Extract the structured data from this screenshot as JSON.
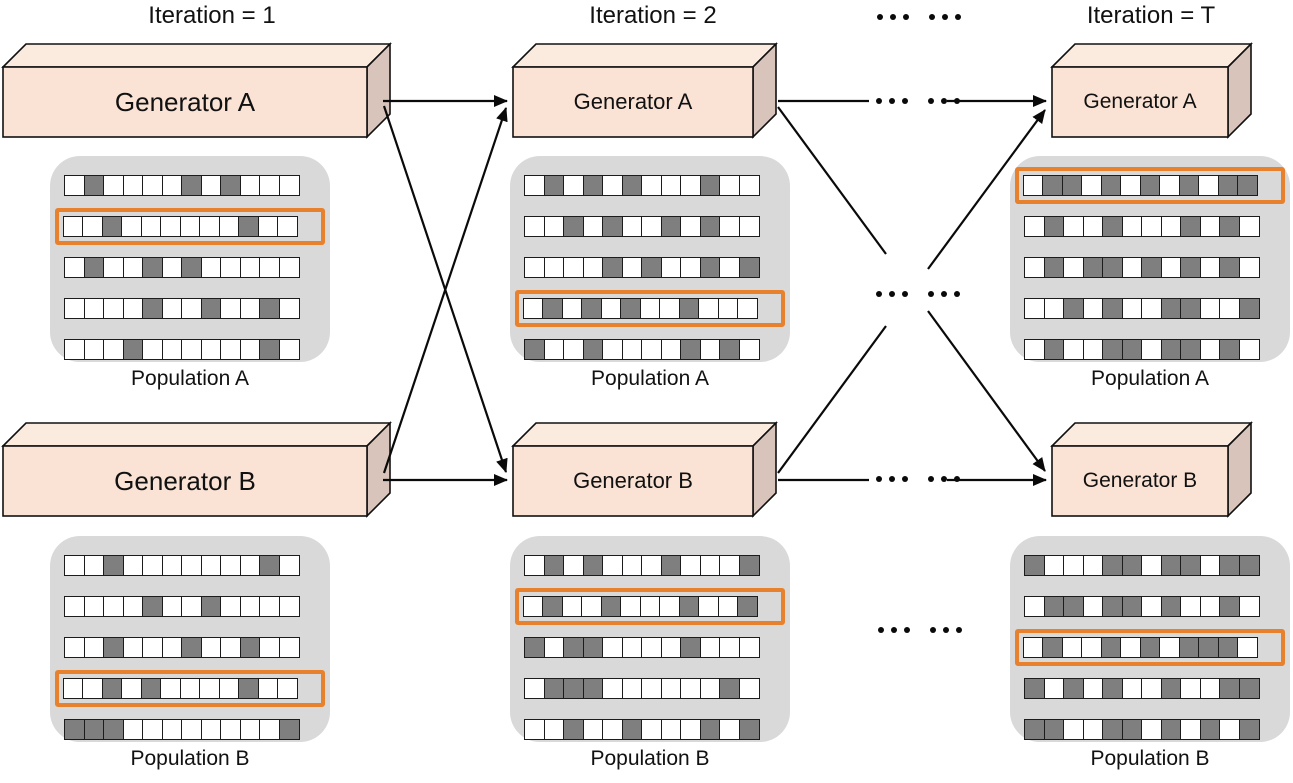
{
  "figure": {
    "ellipsis": "... ...",
    "colors": {
      "generator_front": "#FAE3D5",
      "generator_top": "#FBEBDF",
      "generator_side": "#D8C4BA",
      "panel_bg": "#D9D9D9",
      "cell_on": "#7F7F7F",
      "cell_off": "#FFFFFF",
      "highlight": "#E8812D",
      "arrow": "#0A0A0A"
    },
    "columns": [
      {
        "id": "iteration-1",
        "title": "Iteration = 1",
        "generator_a_label": "Generator A",
        "generator_b_label": "Generator B",
        "population_a": {
          "label": "Population A",
          "highlight_row": 1,
          "rows": [
            [
              0,
              1,
              0,
              0,
              0,
              0,
              1,
              0,
              1,
              0,
              0,
              0
            ],
            [
              0,
              0,
              1,
              0,
              0,
              0,
              0,
              0,
              0,
              1,
              0,
              0
            ],
            [
              0,
              1,
              0,
              0,
              1,
              0,
              1,
              0,
              0,
              0,
              0,
              0
            ],
            [
              0,
              0,
              0,
              0,
              1,
              0,
              0,
              1,
              0,
              0,
              1,
              0
            ],
            [
              0,
              0,
              0,
              1,
              0,
              0,
              0,
              0,
              0,
              0,
              1,
              0
            ]
          ]
        },
        "population_b": {
          "label": "Population B",
          "highlight_row": 3,
          "rows": [
            [
              0,
              0,
              1,
              0,
              0,
              0,
              0,
              0,
              0,
              0,
              1,
              0
            ],
            [
              0,
              0,
              0,
              0,
              1,
              0,
              0,
              1,
              0,
              0,
              0,
              0
            ],
            [
              0,
              0,
              1,
              0,
              0,
              0,
              1,
              0,
              0,
              1,
              0,
              0
            ],
            [
              0,
              0,
              1,
              0,
              1,
              0,
              0,
              0,
              0,
              1,
              0,
              0
            ],
            [
              1,
              1,
              1,
              0,
              0,
              0,
              0,
              0,
              0,
              0,
              0,
              1
            ]
          ]
        }
      },
      {
        "id": "iteration-2",
        "title": "Iteration = 2",
        "generator_a_label": "Generator A",
        "generator_b_label": "Generator B",
        "population_a": {
          "label": "Population A",
          "highlight_row": 3,
          "rows": [
            [
              0,
              1,
              0,
              1,
              0,
              1,
              0,
              0,
              0,
              1,
              0,
              0
            ],
            [
              0,
              0,
              1,
              0,
              1,
              0,
              0,
              1,
              0,
              1,
              0,
              0
            ],
            [
              0,
              0,
              0,
              0,
              1,
              0,
              1,
              0,
              0,
              1,
              0,
              1
            ],
            [
              0,
              1,
              0,
              1,
              0,
              1,
              0,
              0,
              1,
              0,
              0,
              0
            ],
            [
              1,
              0,
              0,
              1,
              0,
              0,
              0,
              0,
              1,
              0,
              1,
              0
            ]
          ]
        },
        "population_b": {
          "label": "Population B",
          "highlight_row": 1,
          "rows": [
            [
              0,
              1,
              0,
              1,
              0,
              0,
              0,
              1,
              0,
              0,
              0,
              1
            ],
            [
              0,
              1,
              0,
              0,
              1,
              0,
              0,
              0,
              1,
              0,
              0,
              1
            ],
            [
              1,
              0,
              1,
              1,
              0,
              0,
              0,
              0,
              1,
              0,
              0,
              0
            ],
            [
              0,
              1,
              1,
              1,
              0,
              0,
              0,
              0,
              0,
              0,
              1,
              0
            ],
            [
              0,
              0,
              1,
              0,
              0,
              1,
              0,
              0,
              0,
              1,
              0,
              1
            ]
          ]
        }
      },
      {
        "id": "iteration-T",
        "title": "Iteration = T",
        "generator_a_label": "Generator A",
        "generator_b_label": "Generator B",
        "population_a": {
          "label": "Population A",
          "highlight_row": 0,
          "rows": [
            [
              0,
              1,
              1,
              0,
              1,
              0,
              1,
              0,
              1,
              0,
              1,
              1
            ],
            [
              0,
              1,
              0,
              0,
              1,
              0,
              0,
              0,
              1,
              0,
              1,
              0
            ],
            [
              0,
              1,
              0,
              1,
              1,
              0,
              1,
              0,
              1,
              0,
              1,
              0
            ],
            [
              0,
              0,
              1,
              0,
              1,
              0,
              0,
              1,
              1,
              0,
              0,
              1
            ],
            [
              0,
              1,
              0,
              0,
              1,
              1,
              0,
              1,
              1,
              0,
              1,
              0
            ]
          ]
        },
        "population_b": {
          "label": "Population B",
          "highlight_row": 2,
          "rows": [
            [
              1,
              0,
              0,
              0,
              1,
              1,
              0,
              1,
              1,
              0,
              1,
              1
            ],
            [
              0,
              1,
              1,
              0,
              1,
              1,
              0,
              1,
              0,
              0,
              1,
              0
            ],
            [
              0,
              1,
              0,
              0,
              1,
              0,
              1,
              0,
              1,
              1,
              1,
              0
            ],
            [
              1,
              0,
              1,
              0,
              1,
              0,
              0,
              1,
              0,
              0,
              1,
              1
            ],
            [
              1,
              1,
              0,
              0,
              1,
              1,
              0,
              1,
              0,
              1,
              0,
              1
            ]
          ]
        }
      }
    ]
  }
}
